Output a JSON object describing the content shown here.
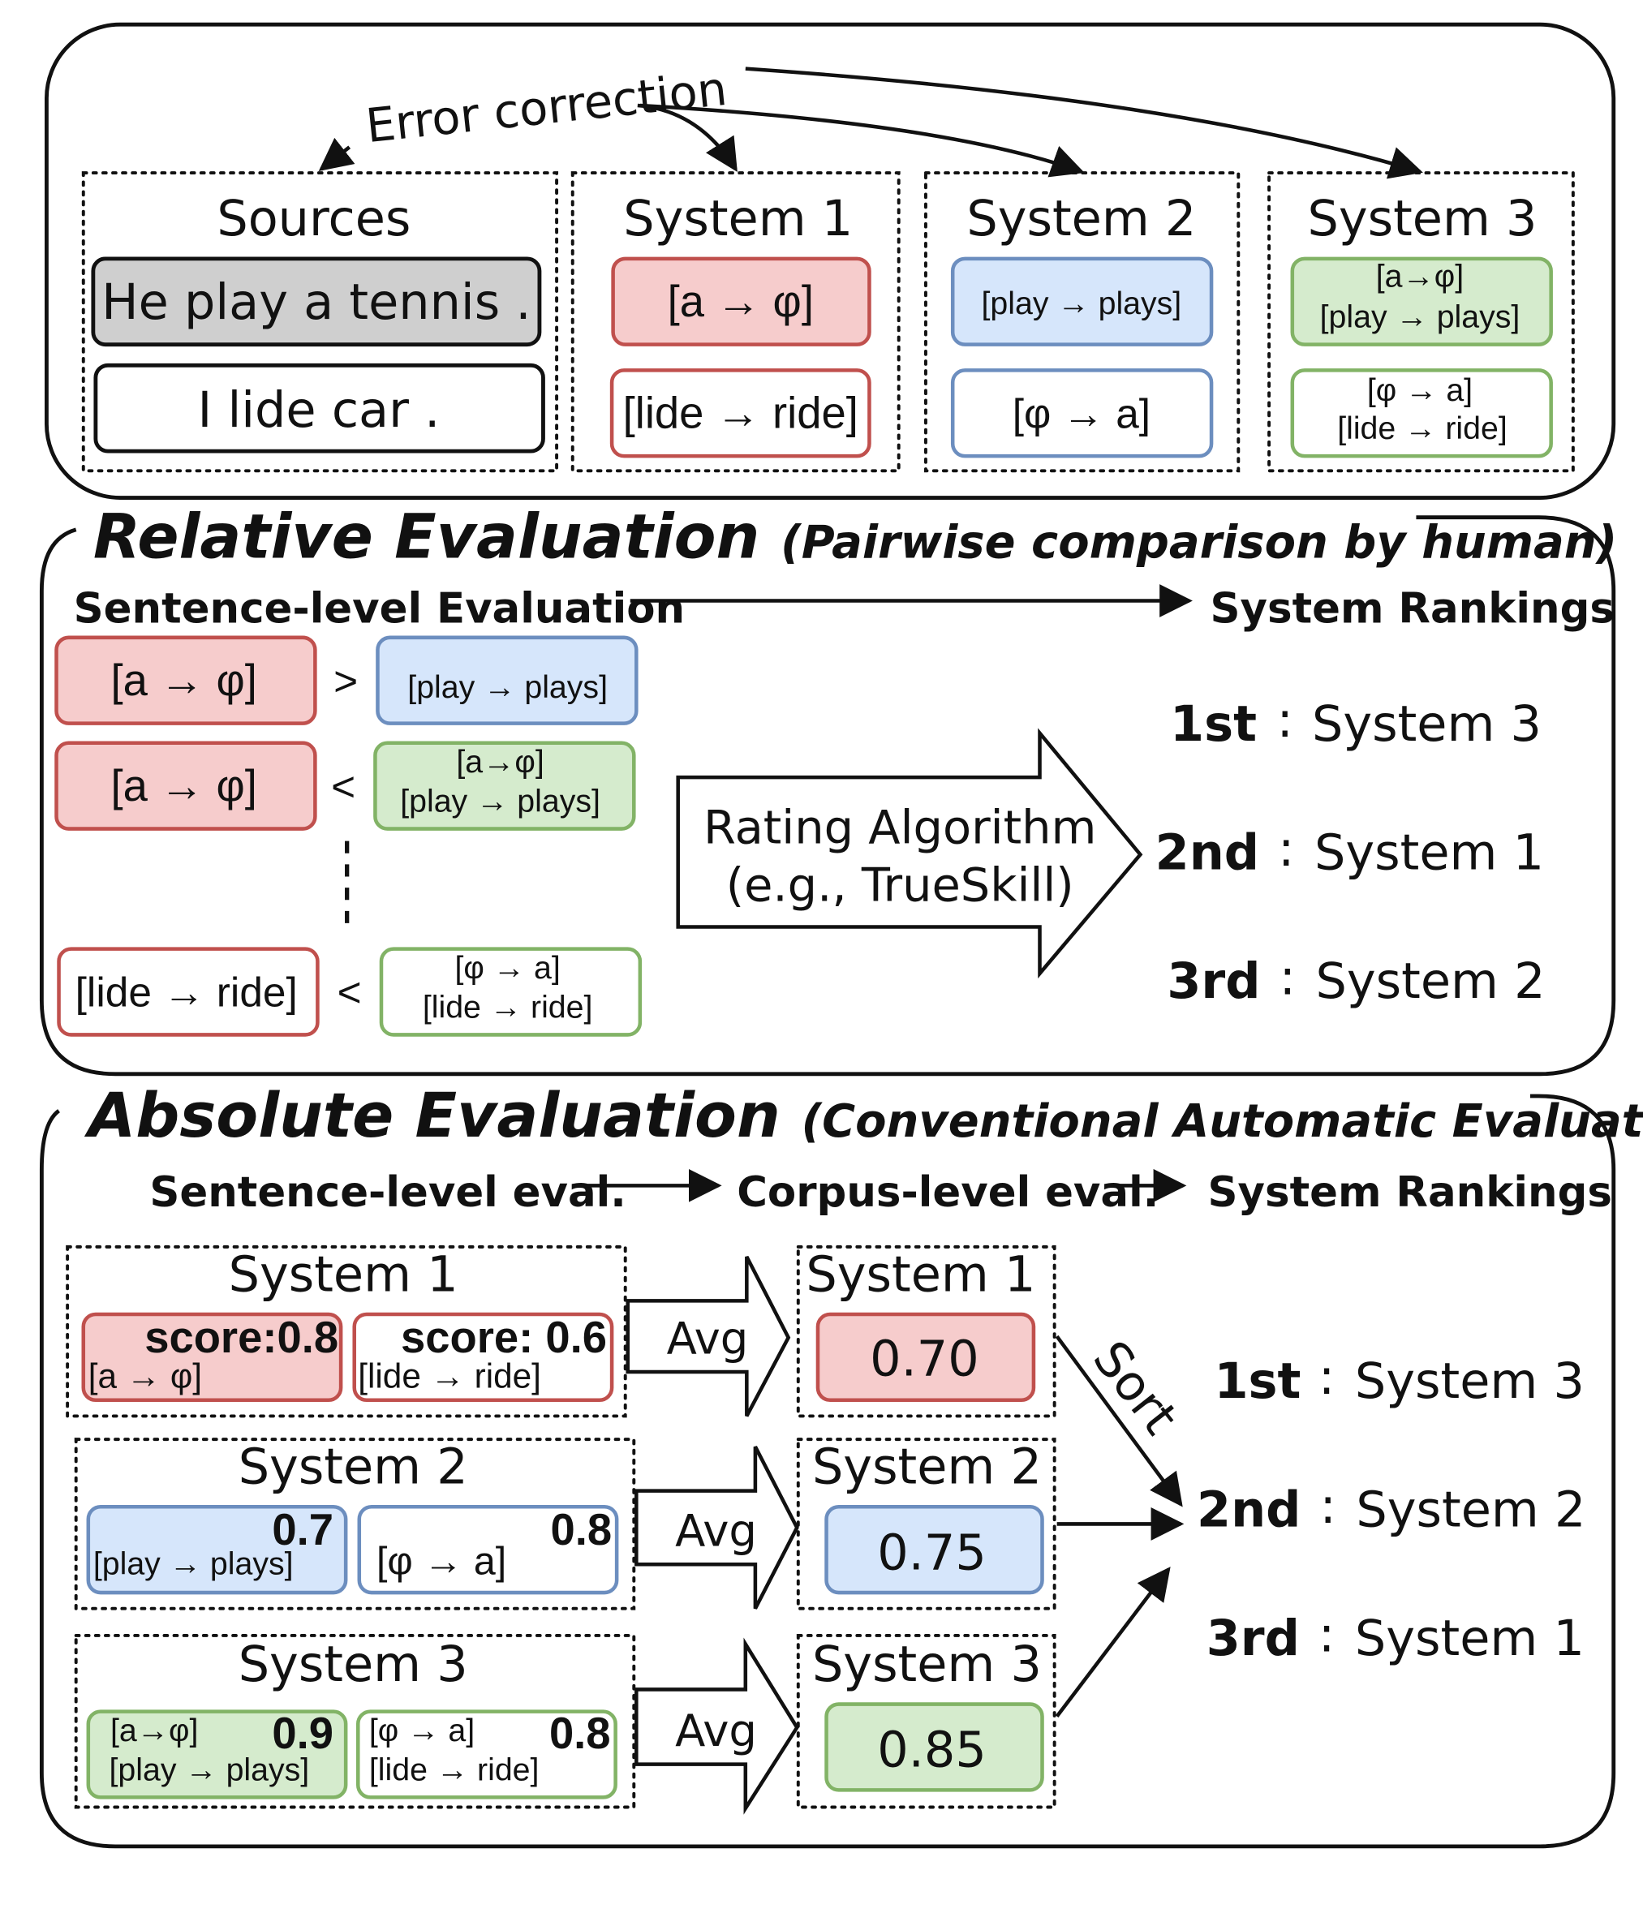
{
  "top": {
    "error_correction": "Error correction",
    "sources": {
      "title": "Sources",
      "sentences": [
        "He play a tennis .",
        "I lide car ."
      ]
    },
    "system1": {
      "title": "System 1",
      "edits": [
        "[a → φ]",
        "[lide → ride]"
      ]
    },
    "system2": {
      "title": "System 2",
      "edits": [
        "[play → plays]",
        "[φ → a]"
      ]
    },
    "system3": {
      "title": "System 3",
      "edit1": [
        "[a→φ]",
        "[play → plays]"
      ],
      "edit2": [
        "[φ → a]",
        "[lide → ride]"
      ]
    }
  },
  "relative": {
    "title": "Relative Evaluation",
    "subtitle": "(Pairwise comparison by human)",
    "sentence_level": "Sentence-level Evaluation",
    "rankings_label": "System Rankings",
    "comparisons": [
      {
        "left": "[a → φ]",
        "op": ">",
        "right": [
          "[play → plays]"
        ]
      },
      {
        "left": "[a → φ]",
        "op": "<",
        "right": [
          "[a→φ]",
          "[play → plays]"
        ]
      },
      {
        "left": "[lide → ride]",
        "op": "<",
        "right": [
          "[φ → a]",
          "[lide → ride]"
        ]
      }
    ],
    "algorithm": [
      "Rating Algorithm",
      "(e.g., TrueSkill)"
    ],
    "rankings": [
      {
        "place": "1st",
        "system": "System 3"
      },
      {
        "place": "2nd",
        "system": "System 1"
      },
      {
        "place": "3rd",
        "system": "System 2"
      }
    ]
  },
  "absolute": {
    "title": "Absolute Evaluation",
    "subtitle": "(Conventional Automatic Evaluation)",
    "sentence_level": "Sentence-level eval.",
    "corpus_level": "Corpus-level eval.",
    "rankings_label": "System Rankings",
    "avg_label": "Avg",
    "sort_label": "Sort",
    "systems": [
      {
        "name": "System 1",
        "cards": [
          {
            "score": "score:0.8",
            "edit": [
              "[a → φ]"
            ]
          },
          {
            "score": "score: 0.6",
            "edit": [
              "[lide → ride]"
            ]
          }
        ],
        "corpus": "0.70"
      },
      {
        "name": "System 2",
        "cards": [
          {
            "score": "0.7",
            "edit": [
              "[play → plays]"
            ]
          },
          {
            "score": "0.8",
            "edit": [
              "[φ → a]"
            ]
          }
        ],
        "corpus": "0.75"
      },
      {
        "name": "System 3",
        "cards": [
          {
            "score": "0.9",
            "edit": [
              "[a→φ]",
              "[play → plays]"
            ]
          },
          {
            "score": "0.8",
            "edit": [
              "[φ → a]",
              "[lide → ride]"
            ]
          }
        ],
        "corpus": "0.85"
      }
    ],
    "rankings": [
      {
        "place": "1st",
        "system": "System 3"
      },
      {
        "place": "2nd",
        "system": "System 2"
      },
      {
        "place": "3rd",
        "system": "System 1"
      }
    ]
  }
}
